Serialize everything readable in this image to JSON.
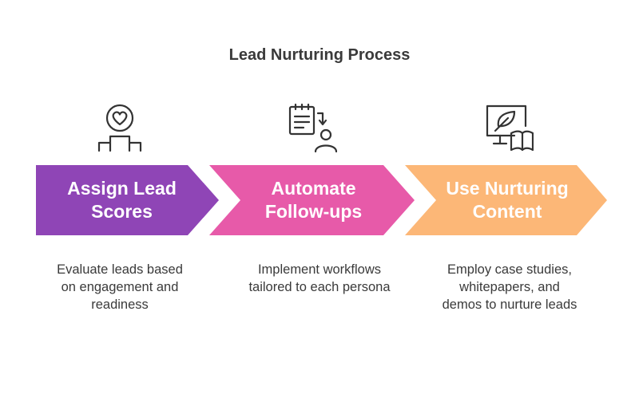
{
  "title": "Lead Nurturing Process",
  "steps": [
    {
      "label": "Assign Lead Scores",
      "description": "Evaluate leads based on engagement and readiness",
      "icon": "heart-podium-icon",
      "color": "#8f45b6"
    },
    {
      "label": "Automate Follow-ups",
      "description": "Implement workflows tailored to each persona",
      "icon": "checklist-person-icon",
      "color": "#e75aa9"
    },
    {
      "label": "Use Nurturing Content",
      "description": "Employ case studies, whitepapers, and demos to nurture leads",
      "icon": "monitor-leaf-book-icon",
      "color": "#fcb777"
    }
  ]
}
